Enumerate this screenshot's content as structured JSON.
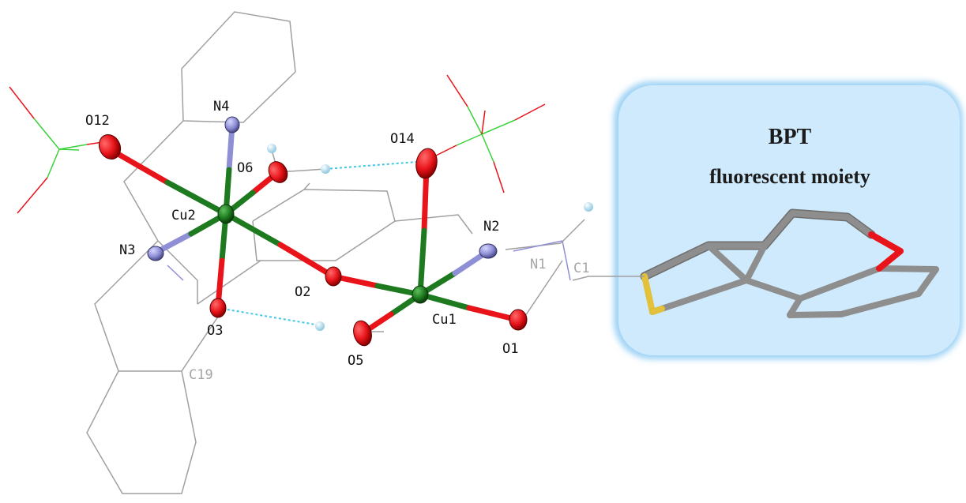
{
  "panel": {
    "title": "BPT",
    "subtitle": "fluorescent moiety"
  },
  "atom_labels": {
    "o12": "O12",
    "n4": "N4",
    "o6": "O6",
    "o14": "O14",
    "cu2": "Cu2",
    "n3": "N3",
    "n2": "N2",
    "n1": "N1",
    "c1": "C1",
    "o2": "O2",
    "cu1": "Cu1",
    "o3": "O3",
    "o5": "O5",
    "o1": "O1",
    "c19": "C19"
  },
  "colors": {
    "oxygen": "#e8141a",
    "nitrogen": "#8f8fd6",
    "copper": "#1e7a1e",
    "hydrogen": "#b9dff0",
    "hbond": "#3fc8e6",
    "ligand_line": "#a0a0a0",
    "chlorine_green": "#3ad13a",
    "panel_fill": "#cfeafc",
    "panel_glow": "#9dd2f5",
    "stick": "#808080",
    "sulfur": "#e3c13a"
  }
}
